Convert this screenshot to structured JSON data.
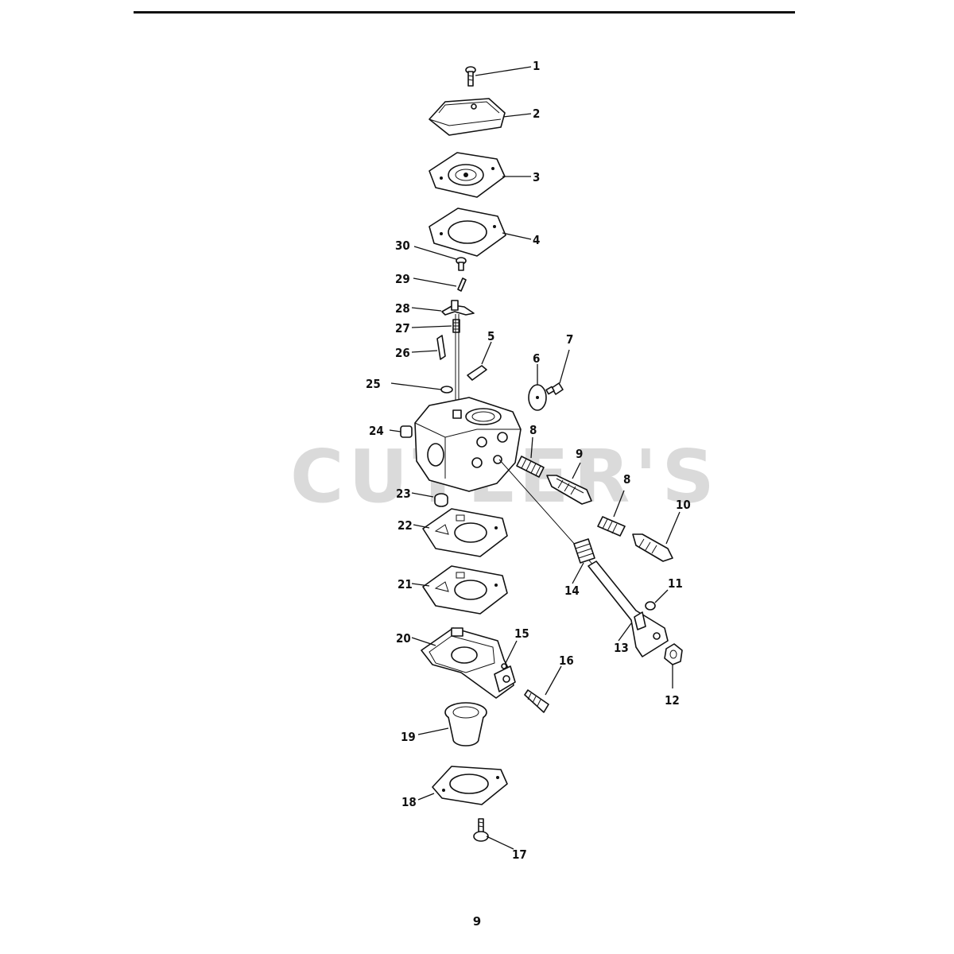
{
  "document": {
    "page_number": "9",
    "watermark": "CUTLER'S"
  },
  "callouts": [
    "1",
    "2",
    "3",
    "4",
    "5",
    "6",
    "7",
    "8",
    "8",
    "9",
    "10",
    "11",
    "12",
    "13",
    "14",
    "15",
    "16",
    "17",
    "18",
    "19",
    "20",
    "21",
    "22",
    "23",
    "24",
    "25",
    "26",
    "27",
    "28",
    "29",
    "30"
  ],
  "colors": {
    "ink": "#111111",
    "paper": "#ffffff",
    "watermark": "#d4d4d4"
  }
}
